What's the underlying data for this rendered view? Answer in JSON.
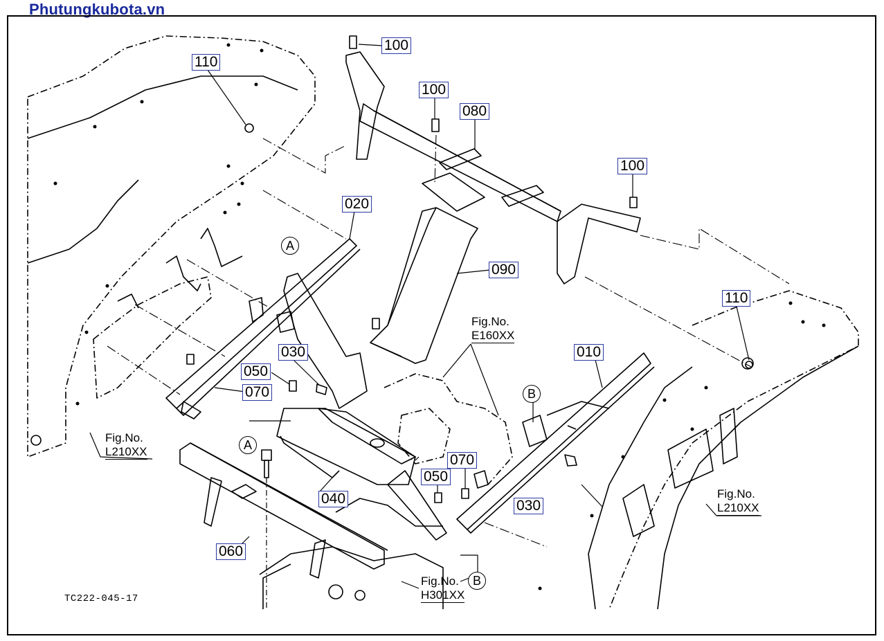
{
  "watermark": "Phutungkubota.vn",
  "drawing_code": "TC222-045-17",
  "callouts": {
    "c100a": "100",
    "c100b": "100",
    "c100c": "100",
    "c080": "080",
    "c110a": "110",
    "c110b": "110",
    "c020": "020",
    "c090": "090",
    "c030a": "030",
    "c030b": "030",
    "c050a": "050",
    "c050b": "050",
    "c070a": "070",
    "c070b": "070",
    "c010": "010",
    "c040": "040",
    "c060": "060"
  },
  "circle_labels": {
    "a1": "A",
    "a2": "A",
    "b1": "B",
    "b2": "B"
  },
  "fig_refs": {
    "e160": {
      "fig": "Fig.No.",
      "code": "E160XX"
    },
    "l210a": {
      "fig": "Fig.No.",
      "code": "L210XX"
    },
    "l210b": {
      "fig": "Fig.No.",
      "code": "L210XX"
    },
    "h301": {
      "fig": "Fig.No.",
      "code": "H301XX"
    }
  }
}
